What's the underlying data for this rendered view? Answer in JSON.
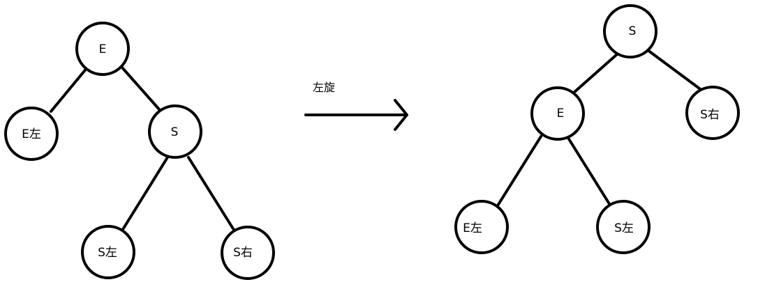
{
  "operation_label": "左旋",
  "before_tree": {
    "nodes": [
      {
        "id": "E",
        "label": "E"
      },
      {
        "id": "E_left",
        "label": "E左"
      },
      {
        "id": "S",
        "label": "S"
      },
      {
        "id": "S_left",
        "label": "S左"
      },
      {
        "id": "S_right",
        "label": "S右"
      }
    ],
    "edges": [
      [
        "E",
        "E_left"
      ],
      [
        "E",
        "S"
      ],
      [
        "S",
        "S_left"
      ],
      [
        "S",
        "S_right"
      ]
    ]
  },
  "after_tree": {
    "nodes": [
      {
        "id": "S",
        "label": "S"
      },
      {
        "id": "E",
        "label": "E"
      },
      {
        "id": "S_right",
        "label": "S右"
      },
      {
        "id": "E_left",
        "label": "E左"
      },
      {
        "id": "S_left",
        "label": "S左"
      }
    ],
    "edges": [
      [
        "S",
        "E"
      ],
      [
        "S",
        "S_right"
      ],
      [
        "E",
        "E_left"
      ],
      [
        "E",
        "S_left"
      ]
    ]
  }
}
